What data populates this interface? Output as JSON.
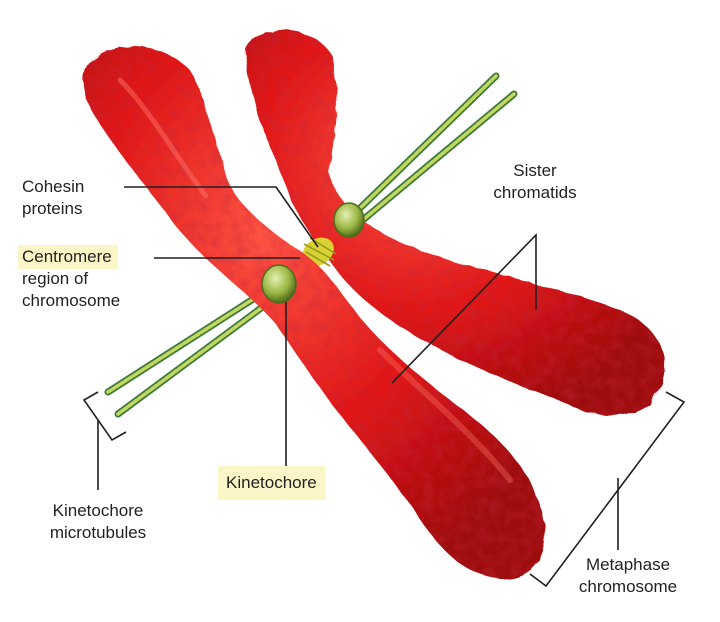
{
  "labels": {
    "cohesin": [
      "Cohesin",
      "proteins"
    ],
    "centromere": [
      "Centromere",
      "region of",
      "chromosome"
    ],
    "sister": [
      "Sister",
      "chromatids"
    ],
    "kinetochore": "Kinetochore",
    "microtubules": [
      "Kinetochore",
      "microtubules"
    ],
    "metaphase": [
      "Metaphase",
      "chromosome"
    ]
  },
  "colors": {
    "chromatid": "#e01515",
    "chromatid_shadow": "#a80d10",
    "chromatid_highlight": "#ff6a5a",
    "kinetochore": "#8cab3a",
    "microtubule": "#b9cf5a",
    "microtubule_edge": "#3e7a3a",
    "cohesin": "#d8d235",
    "highlight_box": "#fbf6c8",
    "leader_line": "#231f20"
  },
  "icons": {
    "chromosome": "chromosome-illustration"
  }
}
